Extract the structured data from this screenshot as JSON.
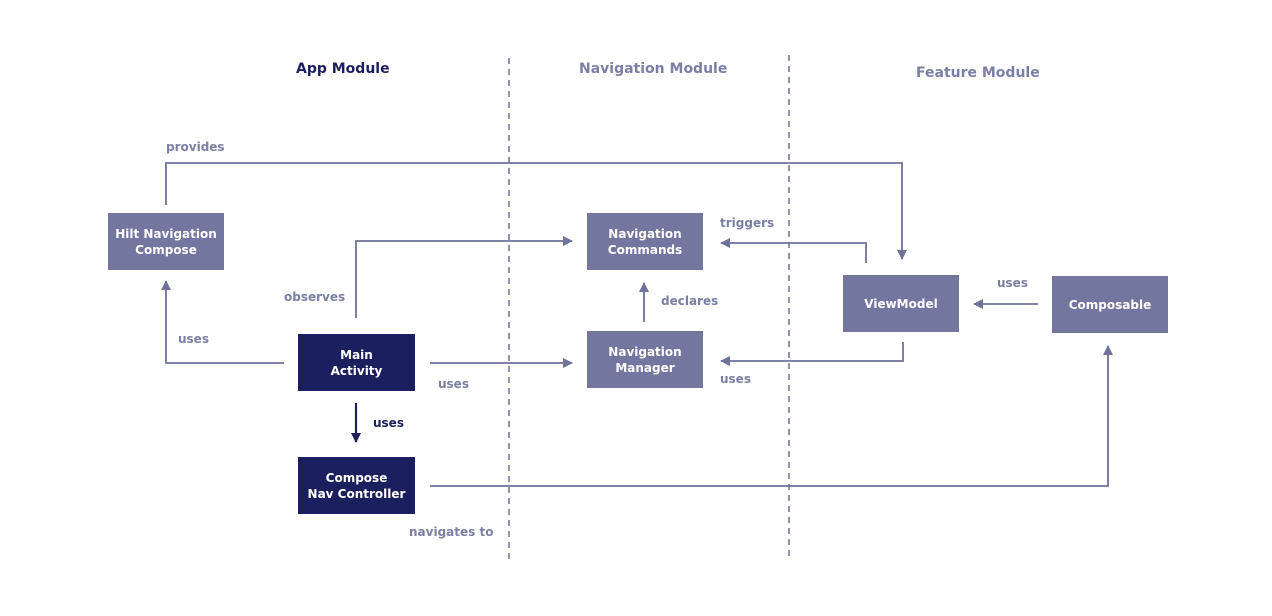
{
  "modules": {
    "app": "App Module",
    "navigation": "Navigation Module",
    "feature": "Feature Module"
  },
  "nodes": {
    "hilt_navigation_compose": "Hilt Navigation\nCompose",
    "main_activity": "Main\nActivity",
    "compose_nav_controller": "Compose\nNav Controller",
    "navigation_commands": "Navigation\nCommands",
    "navigation_manager": "Navigation\nManager",
    "viewmodel": "ViewModel",
    "composable": "Composable"
  },
  "edges": {
    "provides": "provides",
    "uses_hilt": "uses",
    "observes": "observes",
    "uses_manager": "uses",
    "uses_nav_controller": "uses",
    "navigates_to": "navigates to",
    "declares": "declares",
    "triggers": "triggers",
    "uses_viewmodel_manager": "uses",
    "uses_composable_viewmodel": "uses"
  },
  "colors": {
    "dark": "#1c1f5e",
    "light": "#73769f",
    "line": "#6f7299",
    "divider": "#6f7299"
  }
}
